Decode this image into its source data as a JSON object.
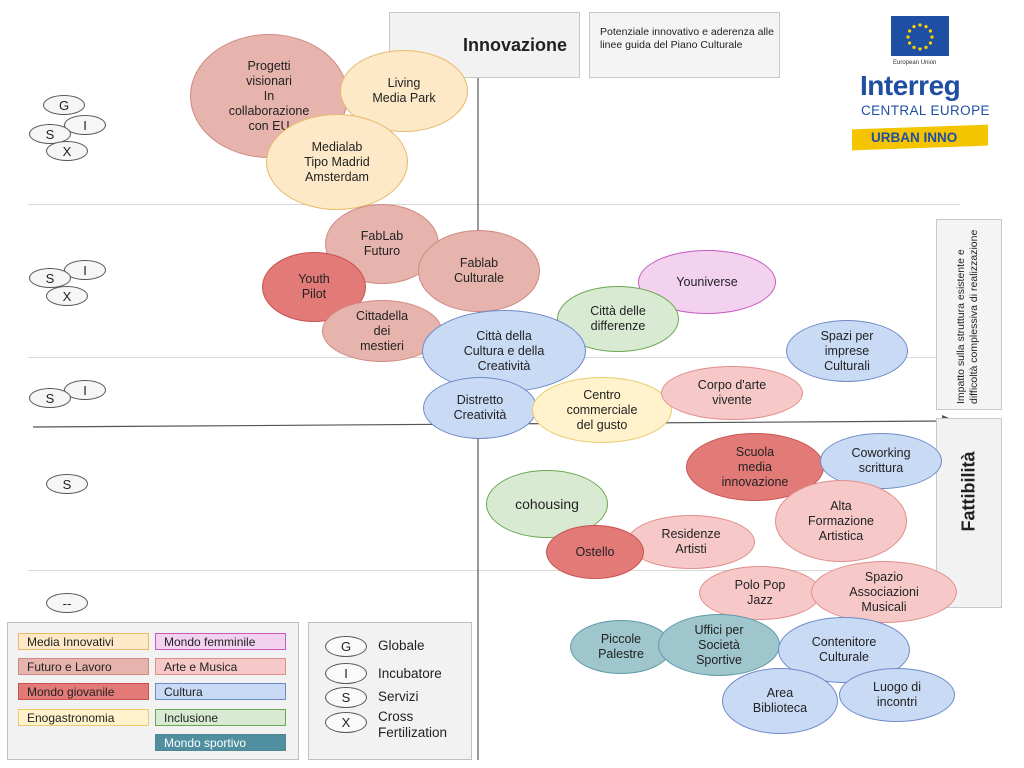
{
  "axes": {
    "vertical_title": "Innovazione",
    "vertical_description": "Potenziale innovativo e aderenza alle linee guida del Piano Culturale",
    "horizontal_title": "Fattibilità",
    "horizontal_description": "Impatto sulla struttura esistente e difficoltà complessiva di realizzazione"
  },
  "logo": {
    "eu_label": "European Union",
    "brand": "Interreg",
    "program": "CENTRAL EUROPE",
    "project": "URBAN INNO"
  },
  "colors": {
    "media_innovativi": "#fde9c7",
    "futuro_lavoro": "#e6b4ad",
    "mondo_giovanile": "#e27a78",
    "enogastronomia": "#fff2cc",
    "mondo_femminile": "#f3d2f0",
    "arte_musica": "#f6c9c8",
    "cultura": "#c9daf5",
    "inclusione": "#d9ead3",
    "mondo_sportivo": "#9fc5cd"
  },
  "levels": [
    {
      "markers": [
        "G",
        "I",
        "S",
        "X"
      ]
    },
    {
      "markers": [
        "I",
        "S",
        "X"
      ]
    },
    {
      "markers": [
        "I",
        "S"
      ]
    },
    {
      "markers": [
        "S"
      ]
    },
    {
      "markers": [
        "--"
      ]
    }
  ],
  "bubbles": [
    {
      "label": "Progetti\nvisionari\nIn\ncollaborazione\ncon EU",
      "category": "futuro_lavoro"
    },
    {
      "label": "Living\nMedia Park",
      "category": "media_innovativi"
    },
    {
      "label": "Medialab\nTipo Madrid\nAmsterdam",
      "category": "media_innovativi"
    },
    {
      "label": "FabLab\nFuturo",
      "category": "futuro_lavoro"
    },
    {
      "label": "Fablab\nCulturale",
      "category": "futuro_lavoro"
    },
    {
      "label": "Youth\nPilot",
      "category": "mondo_giovanile"
    },
    {
      "label": "Cittadella\ndei\nmestieri",
      "category": "futuro_lavoro"
    },
    {
      "label": "Youniverse",
      "category": "mondo_femminile"
    },
    {
      "label": "Città delle\ndifferenze",
      "category": "inclusione"
    },
    {
      "label": "Città della\nCultura e della\nCreatività",
      "category": "cultura"
    },
    {
      "label": "Spazi per\nimprese\nCulturali",
      "category": "cultura"
    },
    {
      "label": "Distretto\nCreatività",
      "category": "cultura"
    },
    {
      "label": "Centro\ncommerciale\ndel gusto",
      "category": "enogastronomia"
    },
    {
      "label": "Corpo d'arte\nvivente",
      "category": "arte_musica"
    },
    {
      "label": "Scuola\nmedia\ninnovazione",
      "category": "mondo_giovanile"
    },
    {
      "label": "Coworking\nscrittura",
      "category": "cultura"
    },
    {
      "label": "cohousing",
      "category": "inclusione"
    },
    {
      "label": "Alta\nFormazione\nArtistica",
      "category": "arte_musica"
    },
    {
      "label": "Residenze\nArtisti",
      "category": "arte_musica"
    },
    {
      "label": "Ostello",
      "category": "mondo_giovanile"
    },
    {
      "label": "Polo Pop\nJazz",
      "category": "arte_musica"
    },
    {
      "label": "Spazio\nAssociazioni\nMusicali",
      "category": "arte_musica"
    },
    {
      "label": "Piccole\nPalestre",
      "category": "mondo_sportivo"
    },
    {
      "label": "Uffici per\nSocietà\nSportive",
      "category": "mondo_sportivo"
    },
    {
      "label": "Contenitore\nCulturale",
      "category": "cultura"
    },
    {
      "label": "Area\nBiblioteca",
      "category": "cultura"
    },
    {
      "label": "Luogo di\nincontri",
      "category": "cultura"
    }
  ],
  "legend": [
    {
      "label": "Media Innovativi",
      "category": "media_innovativi"
    },
    {
      "label": "Mondo femminile",
      "category": "mondo_femminile"
    },
    {
      "label": "Futuro e Lavoro",
      "category": "futuro_lavoro"
    },
    {
      "label": "Arte e Musica",
      "category": "arte_musica"
    },
    {
      "label": "Mondo giovanile",
      "category": "mondo_giovanile"
    },
    {
      "label": "Cultura",
      "category": "cultura"
    },
    {
      "label": "Enogastronomia",
      "category": "enogastronomia"
    },
    {
      "label": "Inclusione",
      "category": "inclusione"
    },
    {
      "label": "Mondo sportivo",
      "category": "mondo_sportivo"
    }
  ],
  "key": [
    {
      "symbol": "G",
      "label": "Globale"
    },
    {
      "symbol": "I",
      "label": "Incubatore"
    },
    {
      "symbol": "S",
      "label": "Servizi"
    },
    {
      "symbol": "X",
      "label": "Cross\nFertilization"
    }
  ]
}
